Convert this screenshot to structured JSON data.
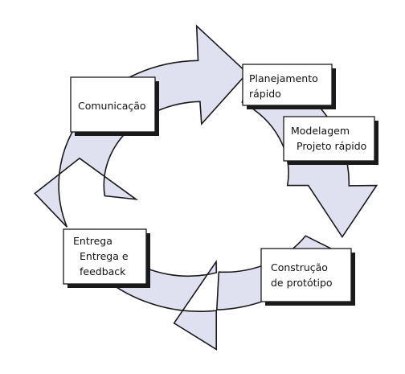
{
  "colors": {
    "ring_fill": "#e0e1f0",
    "ring_stroke": "#1a1a1a",
    "box_fill": "#ffffff",
    "box_shadow": "#1a1a1a",
    "text": "#111111",
    "background": "#ffffff"
  },
  "stages": [
    {
      "id": "comunicacao",
      "lines": [
        "Comunicação"
      ]
    },
    {
      "id": "planejamento",
      "lines": [
        "Planejamento",
        "rápido"
      ]
    },
    {
      "id": "modelagem",
      "lines": [
        "Modelagem",
        "Projeto rápido"
      ]
    },
    {
      "id": "construcao",
      "lines": [
        "Construção",
        "de protótipo"
      ]
    },
    {
      "id": "entrega",
      "lines": [
        "Entrega",
        "Entrega e",
        "feedback"
      ]
    }
  ]
}
